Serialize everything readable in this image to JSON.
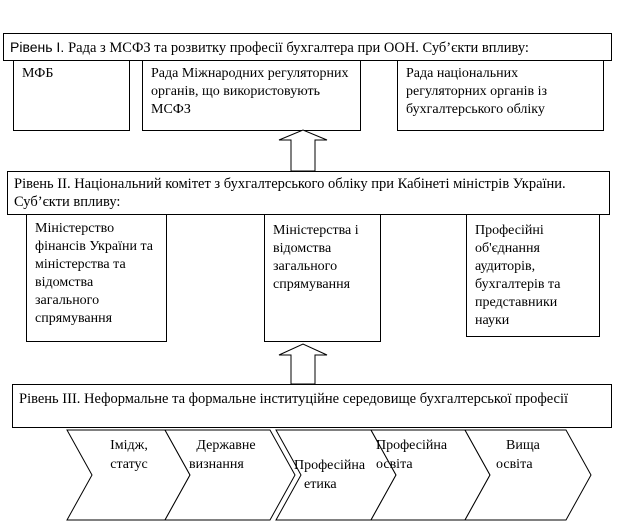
{
  "level1": {
    "prefix": "Рівень І. ",
    "title": "Рада з МСФЗ та розвитку професії бухгалтера при ООН. Суб’єкти впливу:",
    "subjects": [
      "МФБ",
      "Рада Міжнародних регуляторних органів, що використовують МСФЗ",
      "Рада національних регуляторних органів із бухгалтерського обліку"
    ]
  },
  "level2": {
    "title": "Рівень ІІ. Національний комітет з бухгалтерського обліку при Кабінеті міністрів України. Суб’єкти впливу:",
    "subjects": [
      "Міністерство фінансів України та міністерства та відомства загального спрямування",
      "Міністерства і відомства загального спрямування",
      "Професійні об'єднання аудиторів, бухгалтерів та представники науки"
    ]
  },
  "level3": {
    "title": "Рівень ІІІ. Неформальне та формальне інституційне середовище бухгалтерської професії",
    "factors": [
      {
        "line1": "Імідж,",
        "line2": "статус"
      },
      {
        "line1": "Державне",
        "line2": "визнання"
      },
      {
        "line1": "Професійна",
        "line2": "етика"
      },
      {
        "line1": "Професійна",
        "line2": "освіта"
      },
      {
        "line1": "Вища",
        "line2": "освіта"
      }
    ]
  }
}
